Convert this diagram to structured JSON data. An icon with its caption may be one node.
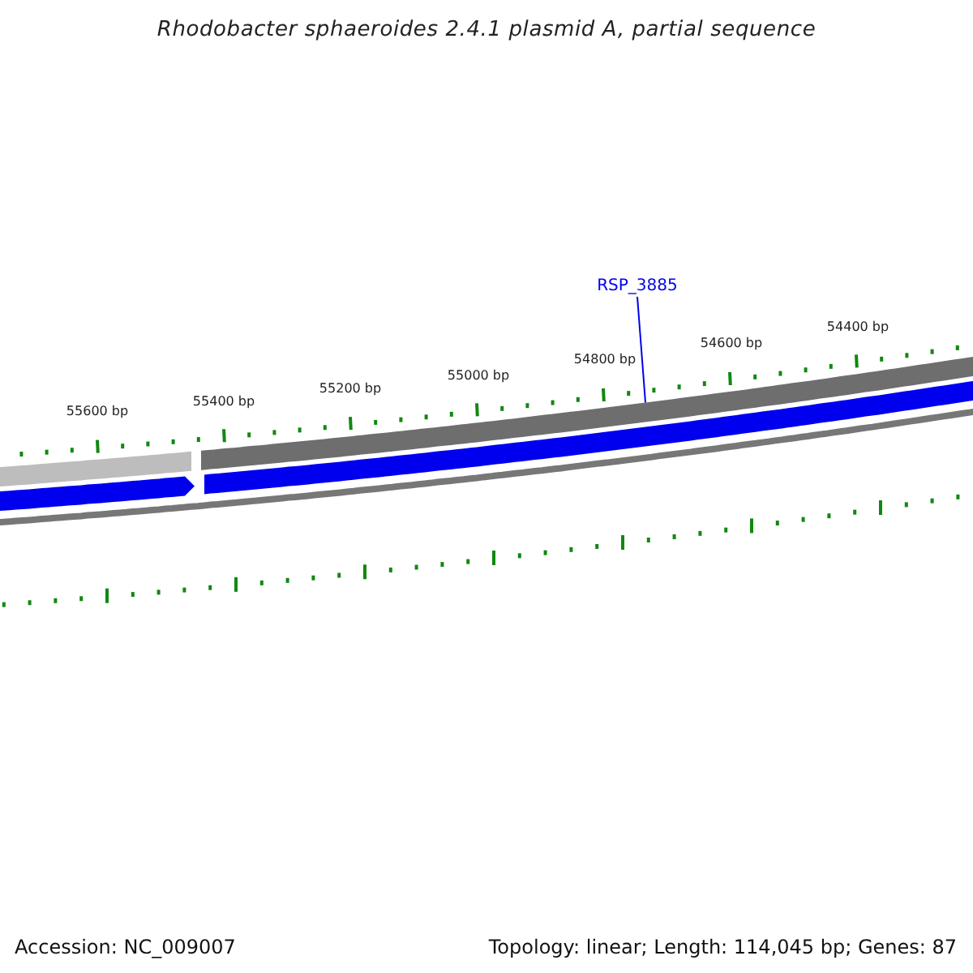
{
  "diagram": {
    "title": "Rhodobacter sphaeroides 2.4.1 plasmid A, partial sequence",
    "nodes": [
      {
        "text": [
          "RSP_3885"
        ]
      },
      {
        "text": [],
        "shape": "bar"
      },
      {
        "text": [],
        "shape": "bar"
      },
      {
        "text": [],
        "shape": "bar"
      },
      {
        "text": [],
        "shape": "bar"
      }
    ],
    "edges": [
      {
        "from": 0,
        "to": 2,
        "arrow": "none"
      }
    ],
    "labels": [
      "55600 bp",
      "55400 bp",
      "55200 bp",
      "55000 bp",
      "54800 bp",
      "54600 bp",
      "54400 bp",
      "Accession: NC_009007",
      "Topology: linear; Length: 114,045 bp; Genes: 87"
    ]
  }
}
